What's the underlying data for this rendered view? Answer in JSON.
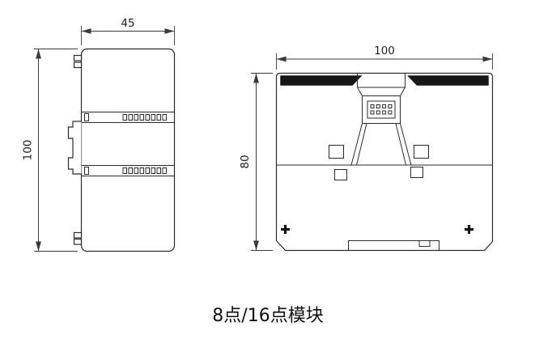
{
  "caption": "8点/16点模块",
  "drawing": {
    "side_view": {
      "width_label": "45",
      "height_label": "100"
    },
    "front_view": {
      "width_label": "100",
      "height_label": "80"
    }
  },
  "colors": {
    "line": "#2b2b2b",
    "dimension_line": "#3a3a3a",
    "dark_fill": "#161616",
    "background": "#ffffff",
    "text": "#111111"
  }
}
